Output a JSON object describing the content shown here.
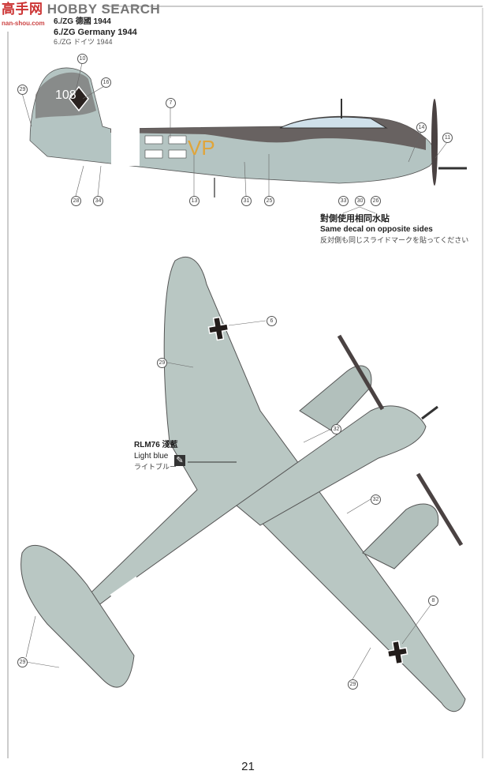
{
  "watermark": {
    "logo_text": "HOBBY SEARCH",
    "logo_cn": "高手网",
    "site": "nan-shou.com"
  },
  "scheme": {
    "title_cn": "6./ZG 德國 1944",
    "title_en": "6./ZG Germany 1944",
    "title_jp": "6./ZG ドイツ 1944"
  },
  "side_view": {
    "tail_number": "108",
    "fuselage_code": "VP",
    "callouts": [
      "10",
      "16",
      "29",
      "7",
      "14",
      "11",
      "28",
      "34",
      "13",
      "31",
      "25",
      "33",
      "30",
      "26"
    ],
    "note_cn": "對側使用相同水貼",
    "note_en": "Same decal on opposite sides",
    "note_jp": "反対側も同じスライドマークを貼ってください"
  },
  "plan_view": {
    "callouts": [
      "6",
      "29",
      "32",
      "32",
      "8",
      "29",
      "29"
    ],
    "color_cn": "RLM76 淺藍",
    "color_en": "Light blue",
    "color_jp": "ライトブルー",
    "paint_icon": "brush-icon",
    "surface_color": "#b9c7c3"
  },
  "page_number": "21"
}
